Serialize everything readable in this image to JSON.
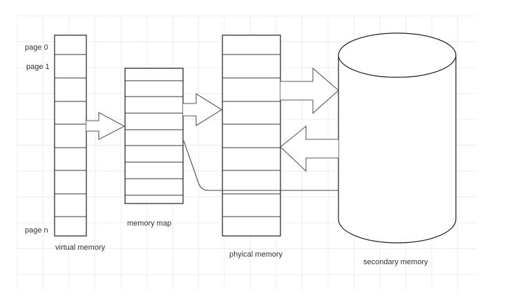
{
  "diagram": {
    "title": "Virtual memory paging diagram",
    "colors": {
      "stroke": "#1a1a1a",
      "arrow_stroke": "#555555",
      "grid": "#ececec",
      "background": "#ffffff",
      "text": "#333333"
    },
    "virtual_memory": {
      "label": "virtual memory",
      "row_count": 9,
      "row_labels": {
        "first": "page 0",
        "second": "page 1",
        "last": "page n"
      }
    },
    "memory_map": {
      "label": "memory map",
      "row_count": 9
    },
    "physical_memory": {
      "label": "phyical memory",
      "row_count": 9
    },
    "secondary_memory": {
      "label": "secondary memory",
      "shape": "cylinder"
    },
    "connections": [
      {
        "from": "virtual_memory",
        "to": "memory_map",
        "type": "block-arrow"
      },
      {
        "from": "memory_map",
        "to": "physical_memory",
        "type": "block-arrow"
      },
      {
        "from": "physical_memory",
        "to": "secondary_memory",
        "type": "block-arrow"
      },
      {
        "from": "secondary_memory",
        "to": "physical_memory",
        "type": "block-arrow"
      },
      {
        "from": "memory_map",
        "to": "secondary_memory",
        "type": "line"
      }
    ]
  }
}
